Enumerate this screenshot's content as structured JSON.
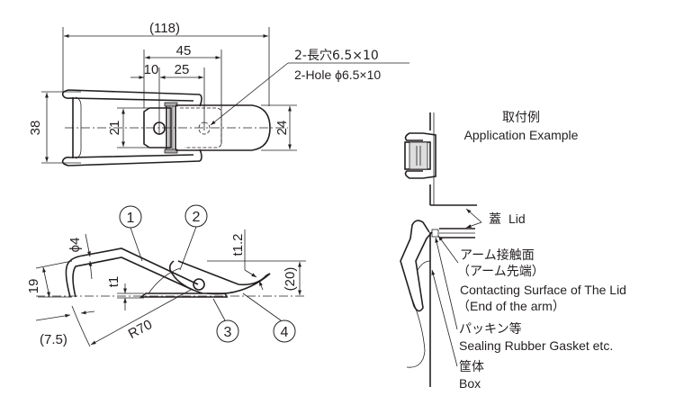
{
  "top_view": {
    "dims": {
      "overall_length": "(118)",
      "hole_span": "45",
      "hole_offset": "10",
      "hole_pitch": "25",
      "body_width": "38",
      "inner_width": "21",
      "keeper_width": "24"
    },
    "hole_note": {
      "jp": "2-長穴6.5×10",
      "en": "2-Hole ϕ6.5×10"
    }
  },
  "side_view": {
    "dims": {
      "wire_dia": "ϕ4",
      "height": "19",
      "thickness_base": "t1",
      "thickness_keeper": "t1.2",
      "keeper_height": "(20)",
      "offset": "(7.5)",
      "radius": "R70"
    },
    "balloons": [
      "1",
      "2",
      "3",
      "4"
    ]
  },
  "application": {
    "title_jp": "取付例",
    "title_en": "Application Example",
    "lid": {
      "jp": "蓋",
      "en": "Lid"
    },
    "contact": {
      "jp1": "アーム接触面",
      "jp2": "（アーム先端）",
      "en1": "Contacting Surface of The Lid",
      "en2": "（End of the arm）"
    },
    "gasket": {
      "jp": "パッキン等",
      "en": "Sealing Rubber Gasket etc."
    },
    "box": {
      "jp": "筐体",
      "en": "Box"
    }
  }
}
